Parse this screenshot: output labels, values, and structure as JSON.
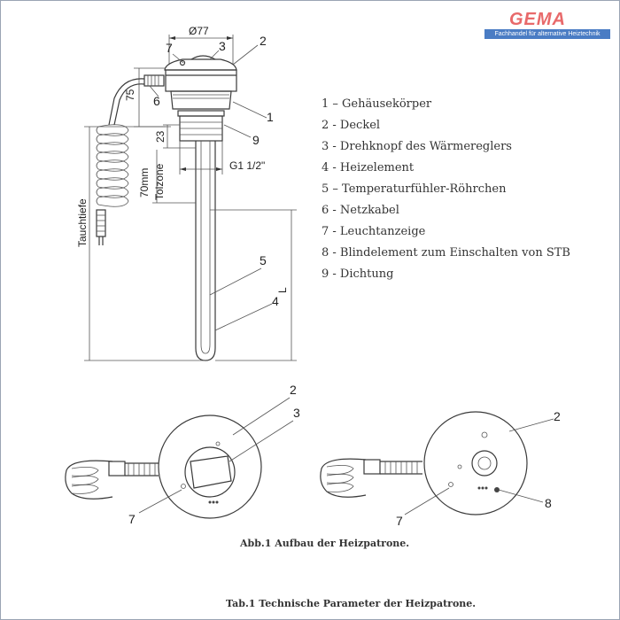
{
  "logo": {
    "word": "GEMA",
    "tagline": "Fachhandel für alternative Heiztechnik"
  },
  "dimensions": {
    "diameter": "Ø77",
    "label_75": "75",
    "label_23": "23",
    "thread": "G1 1/2\"",
    "label_70mm": "70mm",
    "tolzone": "Tolzone",
    "tauchtiefe": "Tauchtiefe",
    "length_l": "L"
  },
  "callouts_top": {
    "c7": "7",
    "c3": "3",
    "c2": "2",
    "c6": "6",
    "c1": "1",
    "c9": "9",
    "c5": "5",
    "c4": "4"
  },
  "callouts_bottom_left": {
    "c2": "2",
    "c3": "3",
    "c7": "7"
  },
  "callouts_bottom_right": {
    "c2": "2",
    "c8": "8",
    "c7": "7"
  },
  "legend": [
    "1 – Gehäusekörper",
    "2 - Deckel",
    "3 - Drehknopf des Wärmereglers",
    "4 - Heizelement",
    "5 – Temperaturfühler-Röhrchen",
    "6 - Netzkabel",
    "7 - Leuchtanzeige",
    "8 - Blindelement zum Einschalten von STB",
    "9 - Dichtung"
  ],
  "captions": {
    "figure": "Abb.1 Aufbau der Heizpatrone.",
    "table": "Tab.1 Technische Parameter der Heizpatrone."
  }
}
